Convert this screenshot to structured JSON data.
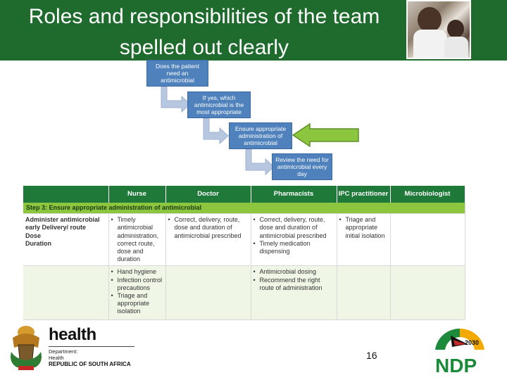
{
  "slide": {
    "title_line1": "Roles and responsibilities of the team",
    "title_line2": "spelled out clearly",
    "page_number": "16"
  },
  "flowchart": {
    "steps": [
      "Does the patient need an antimicrobial",
      "If yes, which antimicrobial is the most appropriate",
      "Ensure appropriate administration of antimicrobial",
      "Review the need for antimicrobial every day"
    ],
    "highlight_arrow_color": "#8cc63f",
    "connector_color": "#b8c7e0"
  },
  "table": {
    "headers": [
      "",
      "Nurse",
      "Doctor",
      "Pharmacists",
      "IPC practitioner",
      "Microbiologist"
    ],
    "step_label": "Step 3: Ensure appropriate administration of antimicrobial",
    "rows": [
      {
        "label_lines": [
          "Administer antimicrobial early Delivery/ route",
          "Dose",
          "Duration"
        ],
        "nurse": [
          "Timely antimicrobial administration, correct route, dose and duration"
        ],
        "doctor": [
          "Correct, delivery, route, dose and duration of antimicrobial prescribed"
        ],
        "pharmacists": [
          "Correct, delivery, route, dose and duration of antimicrobial prescribed",
          "Timely medication dispensing"
        ],
        "ipc": [
          "Triage and appropriate initial isolation"
        ],
        "microbiologist": []
      },
      {
        "label_lines": [],
        "nurse": [
          "Hand hygiene",
          "Infection control precautions",
          "Triage and appropriate isolation"
        ],
        "doctor": [],
        "pharmacists": [
          "Antimicrobial dosing",
          "Recommend the right route of administration"
        ],
        "ipc": [],
        "microbiologist": []
      }
    ],
    "colors": {
      "header": "#1f7a3a",
      "step_row": "#8cc63f"
    }
  },
  "footer": {
    "logo_word": "health",
    "logo_line1": "Department:",
    "logo_line2": "Health",
    "logo_line3": "REPUBLIC OF SOUTH AFRICA",
    "ndp_year": "2030",
    "ndp_text": "NDP"
  },
  "colors": {
    "title_bar": "#1e6b2d",
    "flow_box": "#4f81bd"
  }
}
